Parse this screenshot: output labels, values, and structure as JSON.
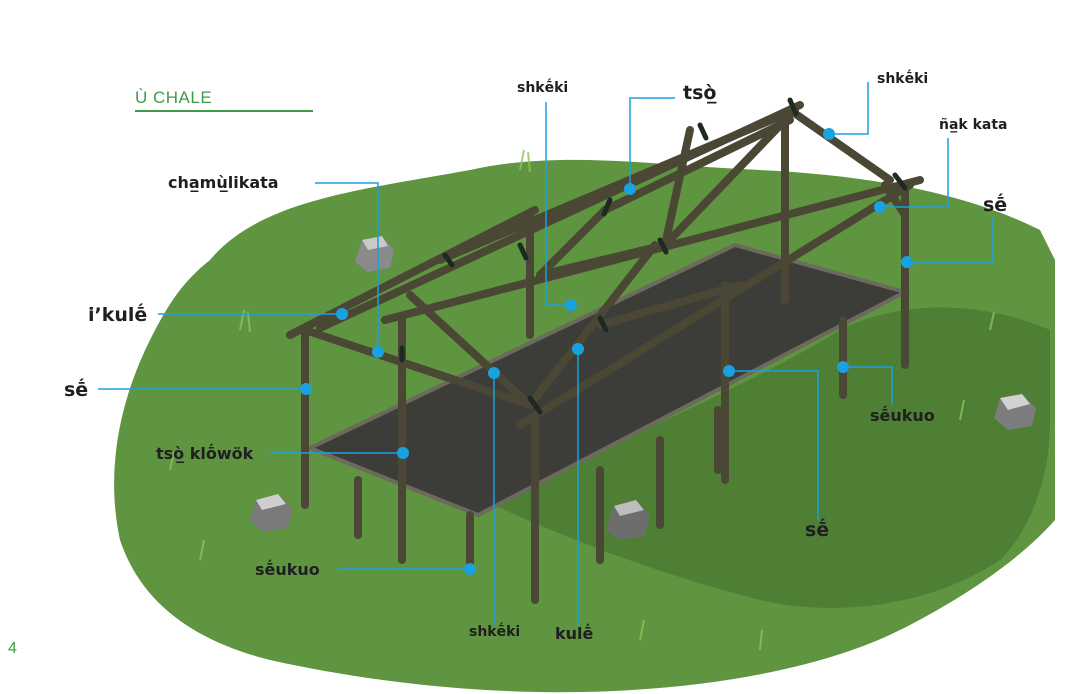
{
  "title": "Ù CHALE",
  "page_number": "4",
  "labels": {
    "shkeki_top": "shkḗki",
    "tso": "tsò̲",
    "shkeki_right": "shkḗki",
    "nak_kata": "ña̲k kata",
    "chamulikata": "cha̲mù̲likata",
    "ikule": "i’kulḗ",
    "se_right": "sḗ",
    "se_left": "sḗ",
    "tso_klowok": "tsò̲ klṓwök",
    "seukuo_right": "sḗukuo",
    "se_mid": "sḗ",
    "seukuo_left": "sḗukuo",
    "shkeki_bottom": "shkḗki",
    "kule_bottom": "kulḗ"
  },
  "colors": {
    "grass": "#5f9440",
    "grass_dark": "#3f6d2c",
    "floor": "#3c3d38",
    "pole": "#4a4735",
    "leader": "#1aa1e0",
    "title": "#3f9b49"
  }
}
